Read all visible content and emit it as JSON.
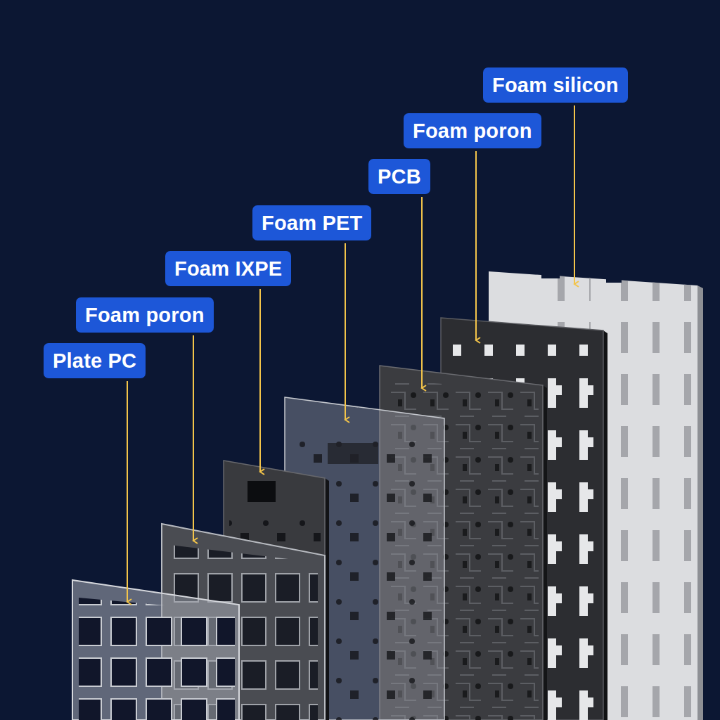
{
  "diagram": {
    "nodes": [
      {
        "text": [
          "Foam silicon"
        ]
      },
      {
        "text": [
          "Foam poron"
        ]
      },
      {
        "text": [
          "PCB"
        ]
      },
      {
        "text": [
          "Foam PET"
        ]
      },
      {
        "text": [
          "Foam IXPE"
        ]
      },
      {
        "text": [
          "Foam poron"
        ]
      },
      {
        "text": [
          "Plate PC"
        ]
      }
    ]
  }
}
